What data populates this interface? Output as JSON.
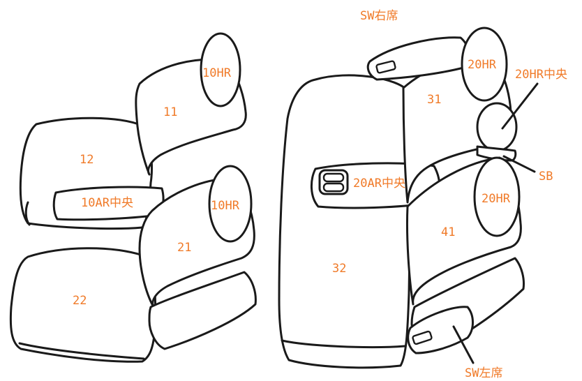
{
  "colors": {
    "label": "#f07a28",
    "outline": "#1a1a1a",
    "background": "#ffffff"
  },
  "labels": {
    "seat_11": "11",
    "seat_12": "12",
    "seat_21": "21",
    "seat_22": "22",
    "seat_31": "31",
    "seat_32": "32",
    "seat_41": "41",
    "headrest_10hr_front": "10HR",
    "headrest_10hr_rear": "10HR",
    "armrest_10ar_center": "10AR中央",
    "headrest_20hr_upper": "20HR",
    "headrest_20hr_center": "20HR中央",
    "headrest_20hr_lower": "20HR",
    "armrest_20ar_center": "20AR中央",
    "side_sw_right": "SW右席",
    "side_sw_left": "SW左席",
    "seat_belt_sb": "SB"
  }
}
